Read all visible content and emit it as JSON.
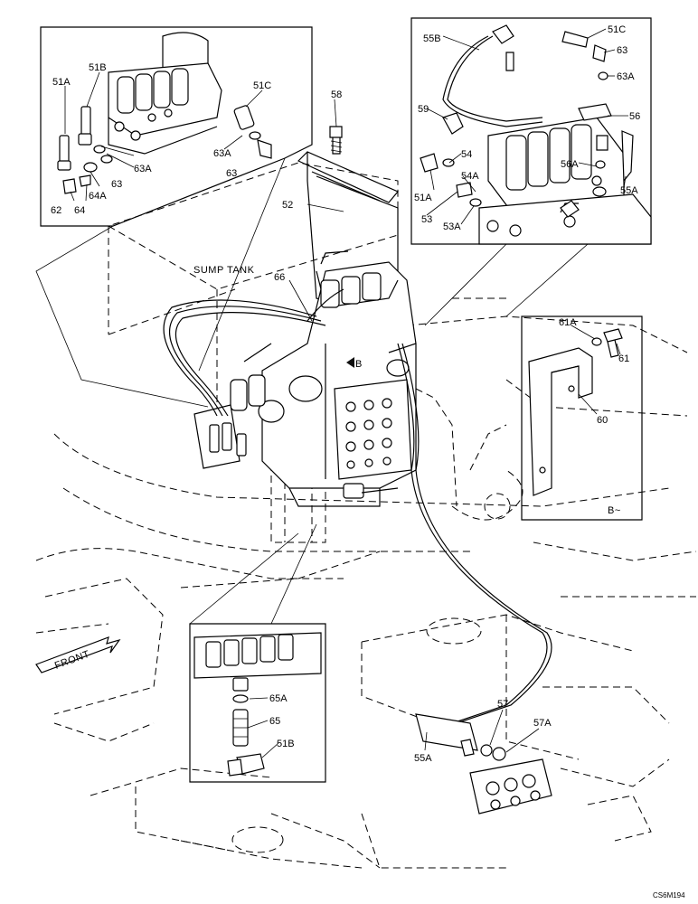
{
  "diagram": {
    "drawing_code": "CS6M194",
    "view_label": "B~",
    "view_arrow_label": "B",
    "text_labels": {
      "sump_tank": "SUMP TANK",
      "front": "FRONT"
    },
    "callouts": {
      "c51A_tl": "51A",
      "c51B_tl": "51B",
      "c51C_tl": "51C",
      "c63A_tl_a": "63A",
      "c63_tl_a": "63",
      "c63A_tl_b": "63A",
      "c63_tl_b": "63",
      "c64A": "64A",
      "c62": "62",
      "c64": "64",
      "c58": "58",
      "c52": "52",
      "c66": "66",
      "c55B": "55B",
      "c51C_tr": "51C",
      "c63_tr": "63",
      "c63A_tr": "63A",
      "c59": "59",
      "c56": "56",
      "c54": "54",
      "c54A": "54A",
      "c56A": "56A",
      "c51A_tr": "51A",
      "c55A_tr": "55A",
      "c53": "53",
      "c53A": "53A",
      "c61A": "61A",
      "c61": "61",
      "c60": "60",
      "c65A": "65A",
      "c65": "65",
      "c51B_bl": "51B",
      "c57": "57",
      "c57A": "57A",
      "c55A_b": "55A"
    }
  }
}
